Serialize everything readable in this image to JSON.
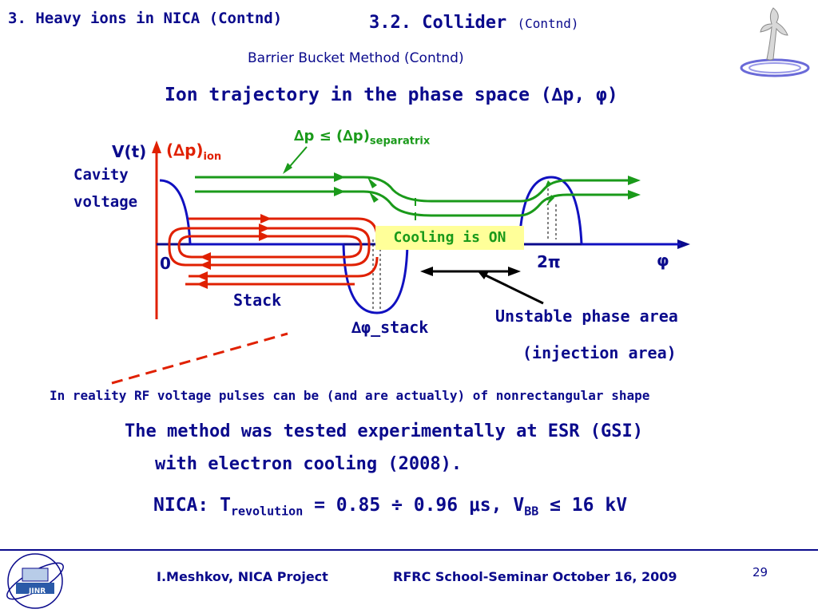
{
  "header": {
    "section": "3. Heavy ions in NICA (Contnd)",
    "subsection": "3.2. Collider",
    "subsection_suffix": "(Contnd)",
    "subtitle": "Barrier Bucket Method (Contnd)",
    "title_prefix": "Ion trajectory in the phase space (",
    "title_dp": "∆p, ",
    "title_phi": "φ",
    "title_suffix": ")"
  },
  "diagram": {
    "vt": "V(t)",
    "dp_ion_main": "(∆p)",
    "dp_ion_sub": "ion",
    "cavity_line1": "Cavity",
    "cavity_line2": "voltage",
    "separatrix_main": "∆p ≤ (∆p)",
    "separatrix_sub": "separatrix",
    "cooling": "Cooling is ON",
    "zero": "0",
    "two_pi": "2π",
    "phi": "φ",
    "stack": "Stack",
    "dphi_stack": "∆φ_stack",
    "unstable1": "Unstable phase area",
    "unstable2": "(injection area)"
  },
  "body": {
    "note": "In reality RF voltage pulses can be (and are actually) of nonrectangular shape",
    "tested_line1": "The method was tested experimentally at ESR (GSI)",
    "tested_line2": "with electron cooling (2008).",
    "nica_prefix": "NICA: T",
    "nica_sub1": "revolution",
    "nica_mid": " = 0.85 ÷ 0.96 μs, V",
    "nica_sub2": "BB",
    "nica_suffix": " ≤ 16 kV"
  },
  "footer": {
    "author": "I.Meshkov, NICA Project",
    "event": "RFRC School-Seminar October 16, 2009",
    "page": "29",
    "logo_label": "JINR"
  },
  "colors": {
    "navy": "#0a0a8c",
    "green": "#1a9a1a",
    "red": "#e02000",
    "highlight": "#ffff99"
  }
}
